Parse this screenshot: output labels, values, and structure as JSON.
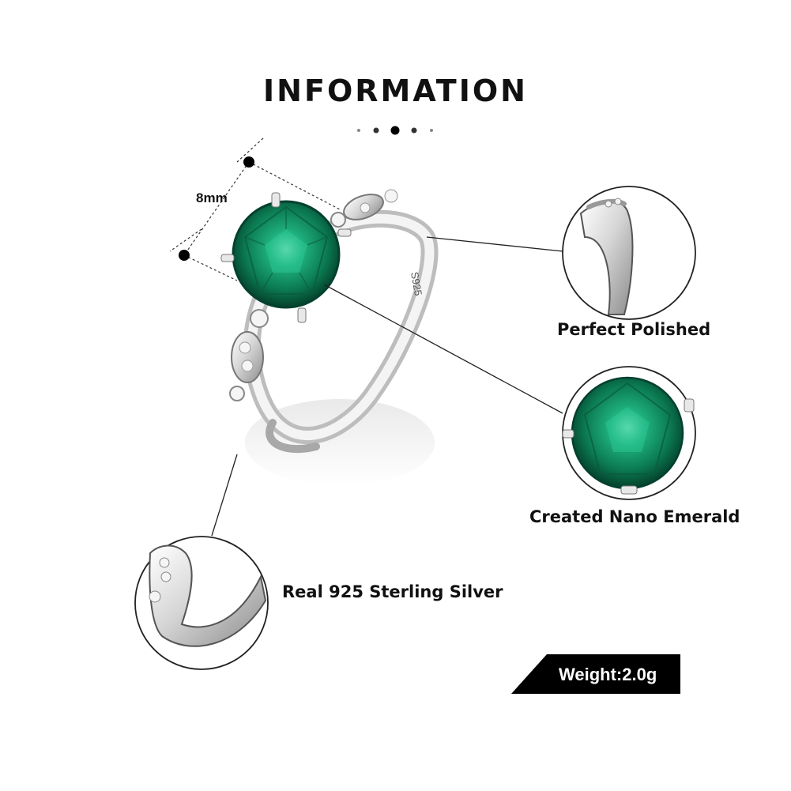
{
  "header": {
    "title": "INFORMATION"
  },
  "callouts": {
    "gem_size": "8mm",
    "polish": "Perfect  Polished",
    "stone": "Created Nano Emerald",
    "metal": "Real 925  Sterling  Silver"
  },
  "badge": {
    "weight": "Weight:2.0g"
  },
  "ring": {
    "hallmark": "S925"
  },
  "colors": {
    "emerald": "#0f8c5c",
    "emerald_dark": "#064a33",
    "silver": "#d9d9d9",
    "badge": "#000000"
  }
}
